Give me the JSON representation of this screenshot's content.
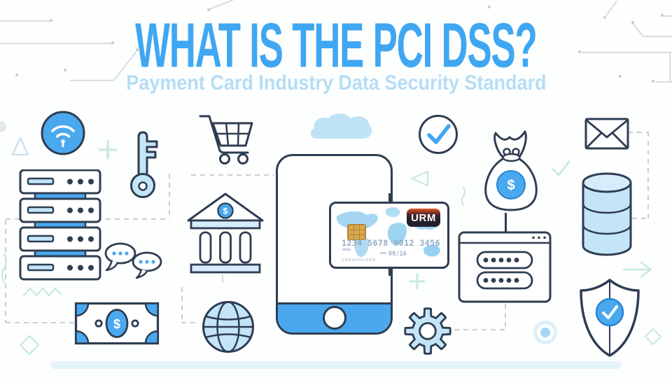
{
  "header": {
    "title": "WHAT IS THE PCI DSS?",
    "subtitle": "Payment Card Industry Data Security Standard"
  },
  "credit_card": {
    "brand": "URM",
    "number": "1234 5678 9012 3456",
    "expiry": "09/16",
    "holder": "CARDHOLDER"
  },
  "currency_symbol": "$",
  "password_window": {
    "fields": 2,
    "dots_per_field": 5
  },
  "server_rack": {
    "units": 4
  },
  "icons": [
    "wifi",
    "key",
    "shopping-cart",
    "cloud",
    "check-circle",
    "money-bag",
    "envelope",
    "server-rack",
    "bank",
    "smartphone",
    "credit-card",
    "database",
    "chat-bubbles",
    "password-window",
    "money-bill",
    "globe",
    "gear",
    "shield-check",
    "arrow-right"
  ],
  "theme": {
    "title_blue": "#3fa7f2",
    "subtitle_blue": "#b5ddf6",
    "navy": "#2e3d52",
    "accent_blue": "#4aa8ef",
    "light_blue": "#c4e5f8",
    "beam_blue": "#d7ecfa",
    "teal": "#c9eae2",
    "dash": "#c8ced6",
    "circuit": "#d9dce2",
    "gold": "#d9a84e",
    "logo_dark": "#201f2b",
    "logo_orange": "#e8551f",
    "band_blue": "#e4f2fa",
    "num_gray": "#93a8be"
  }
}
